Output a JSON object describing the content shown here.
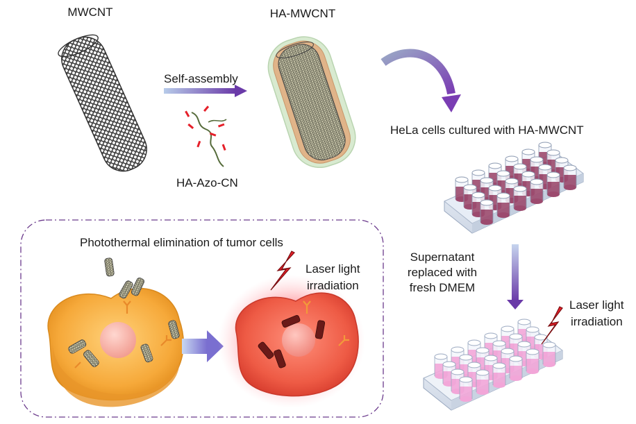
{
  "labels": {
    "mwcnt": "MWCNT",
    "ha_mwcnt": "HA-MWCNT",
    "self_assembly": "Self-assembly",
    "ha_azo_cn": "HA-Azo-CN",
    "hela": "HeLa cells cultured with HA-MWCNT",
    "supernatant_1": "Supernatant",
    "supernatant_2": "replaced with",
    "supernatant_3": "fresh DMEM",
    "laser_right_1": "Laser light",
    "laser_right_2": "irradiation",
    "laser_box_1": "Laser light",
    "laser_box_2": "irradiation",
    "photothermal": "Photothermal elimination of tumor cells"
  },
  "colors": {
    "arrow_purple": "#7b3fb0",
    "arrow_light": "#b7c6e8",
    "cell_orange": "#f5a623",
    "cell_red": "#e8524a",
    "wells_dark": "#9c4a6e",
    "wells_pink": "#f2a6d8",
    "lightning_red": "#e5202a",
    "box_border": "#6b3a8c"
  },
  "icons": {
    "nanotube": "nanotube-icon",
    "coated_nanotube": "coated-nanotube-icon",
    "polymer": "polymer-chain-icon",
    "well_plate": "well-plate-icon",
    "lightning": "lightning-icon",
    "cell": "cell-icon"
  }
}
